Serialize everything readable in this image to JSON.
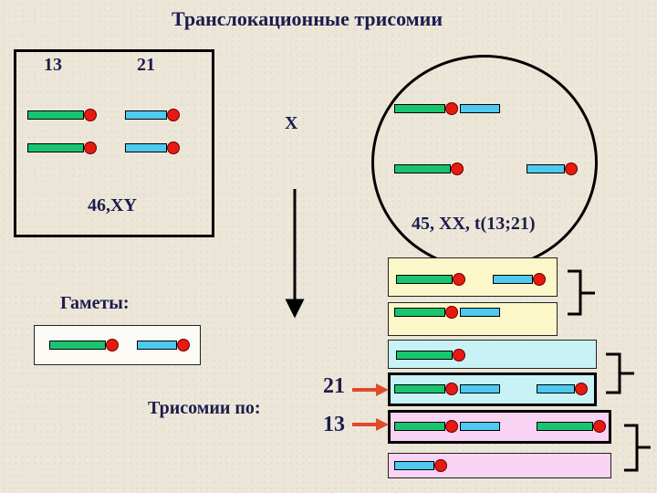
{
  "title": "Транслокационные трисомии",
  "labels": {
    "chr13": "13",
    "chr21": "21",
    "cross": "X",
    "male_karyotype": "46,XY",
    "female_karyotype": "45, XX, t(13;21)",
    "gametes": "Гаметы:",
    "trisomy": "Трисомии по:",
    "tri21": "21",
    "tri13": "13"
  },
  "colors": {
    "chr13": "#19c46e",
    "chr21": "#4ec9ef",
    "centromere": "#e71a12",
    "pair_yellow": "#fbf7c8",
    "pair_cyan": "#c9f2f7",
    "pair_pink": "#f8d3f4",
    "arrow_red": "#e04a2a"
  }
}
